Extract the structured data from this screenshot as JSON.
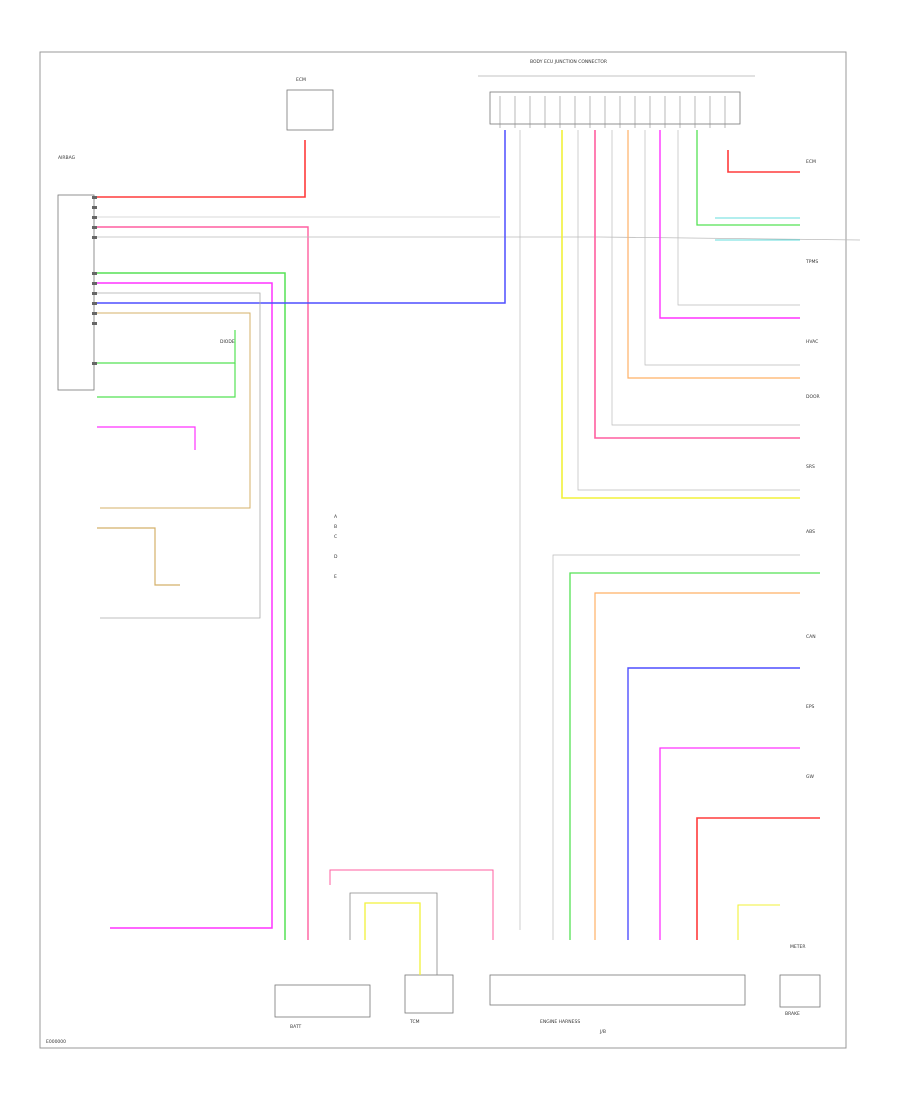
{
  "page": {
    "code": "E000000"
  },
  "colors": {
    "red": "#ff3b3b",
    "pink": "#ff5fa0",
    "magenta": "#ff33ff",
    "green": "#55e255",
    "blue": "#4f4fff",
    "yellow": "#f2f23a",
    "orange": "#ffb066",
    "tan": "#d4b06a",
    "cyan": "#66dddd",
    "gray": "#777777",
    "lightgray": "#bbbbbb",
    "frame": "#888888"
  },
  "diagram": {
    "module_left": "AIRBAG",
    "top_connector_block": "BODY ECU JUNCTION CONNECTOR",
    "module_top": "ECM",
    "diode_box": "DIODE",
    "mid_notes": [
      "A",
      "B",
      "C",
      "D",
      "E"
    ],
    "bottom_boxes": [
      "BATT",
      "TCM",
      "J/B",
      "BRAKE"
    ],
    "bottom_harness": "ENGINE HARNESS",
    "right_labels": [
      "ECM",
      "TPMS",
      "HVAC",
      "DOOR",
      "SRS",
      "ABS",
      "CAN",
      "EPS",
      "GW",
      "METER"
    ]
  }
}
